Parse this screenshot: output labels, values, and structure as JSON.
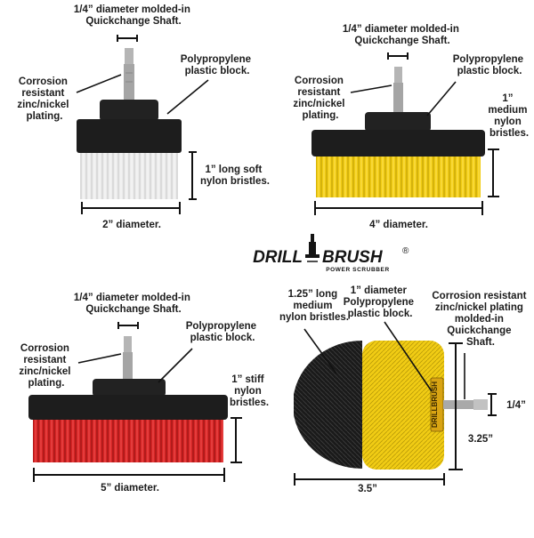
{
  "colors": {
    "white_bristle": "#e9e9e9",
    "yellow_bristle": "#f1cc14",
    "red_bristle": "#d62525",
    "black_bristle": "#1a1a1a",
    "block": "#1d1d1d",
    "shaft": "#a9a9a9"
  },
  "brand": {
    "name_left": "DRILL",
    "name_right": "BRUSH",
    "registered": "®",
    "tagline": "POWER SCRUBBER"
  },
  "panels": {
    "white": {
      "shaft": [
        "1/4” diameter molded-in",
        "Quickchange Shaft."
      ],
      "block": [
        "Polypropylene",
        "plastic block."
      ],
      "plating": [
        "Corrosion",
        "resistant",
        "zinc/nickel",
        "plating."
      ],
      "bristles": [
        "1” long soft",
        "nylon bristles."
      ],
      "diameter": "2” diameter."
    },
    "yellow": {
      "shaft": [
        "1/4” diameter molded-in",
        "Quickchange Shaft."
      ],
      "block": [
        "Polypropylene",
        "plastic block."
      ],
      "plating": [
        "Corrosion",
        "resistant",
        "zinc/nickel",
        "plating."
      ],
      "bristles": [
        "1”",
        "medium",
        "nylon",
        "bristles."
      ],
      "diameter": "4” diameter."
    },
    "red": {
      "shaft": [
        "1/4” diameter molded-in",
        "Quickchange Shaft."
      ],
      "block": [
        "Polypropylene",
        "plastic block."
      ],
      "plating": [
        "Corrosion",
        "resistant",
        "zinc/nickel",
        "plating."
      ],
      "bristles": [
        "1” stiff",
        "nylon",
        "bristles."
      ],
      "diameter": "5” diameter."
    },
    "cylinder": {
      "bristles": [
        "1.25” long",
        "medium",
        "nylon bristles."
      ],
      "block": [
        "1” diameter",
        "Polypropylene",
        "plastic block."
      ],
      "shaft": [
        "Corrosion resistant",
        "zinc/nickel plating",
        "molded-in",
        "Quickchange",
        "Shaft."
      ],
      "shaft_diameter": "1/4”",
      "height": "3.25”",
      "width": "3.5”",
      "engraving": "DRILLBRUSH"
    }
  }
}
